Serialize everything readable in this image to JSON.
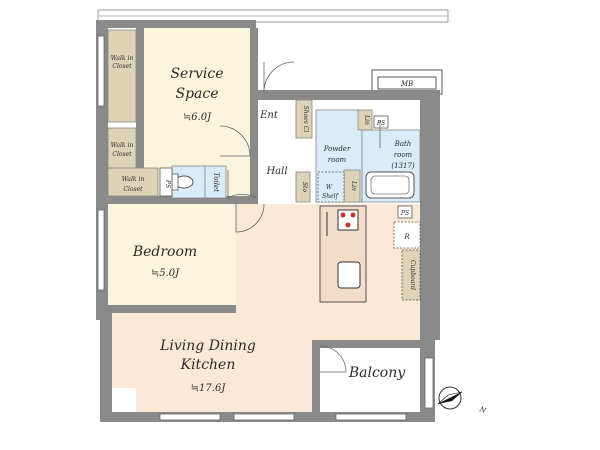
{
  "rooms": {
    "service_space": {
      "line1": "Service",
      "line2": "Space",
      "area": "≒6.0J"
    },
    "bedroom": {
      "name": "Bedroom",
      "area": "≒5.0J"
    },
    "ldk": {
      "line1": "Living Dining",
      "line2": "Kitchen",
      "area": "≒17.6J"
    },
    "balcony": {
      "name": "Balcony"
    },
    "hall": {
      "name": "Hall"
    },
    "entrance": {
      "name": "Ent"
    },
    "powder_room": {
      "line1": "Powder",
      "line2": "room"
    },
    "bath_room": {
      "line1": "Bath",
      "line2": "room",
      "size": "(1317)"
    },
    "toilet": {
      "name": "Toilet"
    }
  },
  "closets": {
    "walk_in_top": {
      "line1": "Walk in",
      "line2": "Closet"
    },
    "walk_in_mid": {
      "line1": "Walk in",
      "line2": "Closet"
    },
    "walk_in_low": {
      "line1": "Walk in",
      "line2": "Closet"
    }
  },
  "small_labels": {
    "shoes_cl": "Shoes Cl",
    "lin_top": "Lin",
    "lin_mid": "Lin",
    "ps_top": "PS",
    "ps_right": "PS",
    "ps_toilet": "PS",
    "sto": "Sto",
    "w_shelf_w": "W",
    "w_shelf_shelf": "Shelf",
    "mb": "MB",
    "r": "R",
    "cupboard": "Cupboard"
  },
  "compass": {
    "label": "N"
  },
  "colors": {
    "wall": "#8a8a8a",
    "ldk_fill": "#fbe8d6",
    "bedroom_fill": "#fbf4dc",
    "closet_fill": "#ddd3b6",
    "wet_fill": "#d9ecf7",
    "counter_fill": "#f3dcc8"
  }
}
